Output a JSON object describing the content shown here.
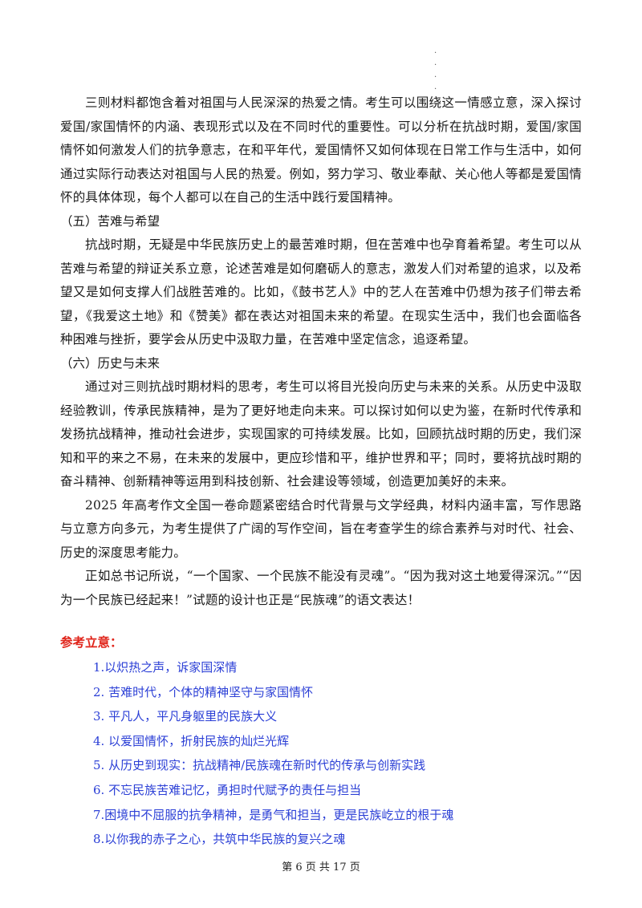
{
  "dots": [
    ".",
    ".",
    ".",
    "."
  ],
  "paragraphs": [
    {
      "type": "para",
      "text": "三则材料都饱含着对祖国与人民深深的热爱之情。考生可以围绕这一情感立意，深入探讨爱国/家国情怀的内涵、表现形式以及在不同时代的重要性。可以分析在抗战时期，爱国/家国情怀如何激发人们的抗争意志，在和平年代，爱国情怀又如何体现在日常工作与生活中，如何通过实际行动表达对祖国与人民的热爱。例如，努力学习、敬业奉献、关心他人等都是爱国情怀的具体体现，每个人都可以在自己的生活中践行爱国精神。"
    },
    {
      "type": "heading",
      "text": "（五）苦难与希望"
    },
    {
      "type": "para",
      "text": "抗战时期，无疑是中华民族历史上的最苦难时期，但在苦难中也孕育着希望。考生可以从苦难与希望的辩证关系立意，论述苦难是如何磨砺人的意志，激发人们对希望的追求，以及希望又是如何支撑人们战胜苦难的。比如，《鼓书艺人》中的艺人在苦难中仍想为孩子们带去希望，《我爱这土地》和《赞美》都在表达对祖国未来的希望。在现实生活中，我们也会面临各种困难与挫折，要学会从历史中汲取力量，在苦难中坚定信念，追逐希望。"
    },
    {
      "type": "heading",
      "text": "（六）历史与未来"
    },
    {
      "type": "para",
      "text": "通过对三则抗战时期材料的思考，考生可以将目光投向历史与未来的关系。从历史中汲取经验教训，传承民族精神，是为了更好地走向未来。可以探讨如何以史为鉴，在新时代传承和发扬抗战精神，推动社会进步，实现国家的可持续发展。比如，回顾抗战时期的历史，我们深知和平的来之不易，在未来的发展中，更应珍惜和平，维护世界和平；同时，要将抗战时期的奋斗精神、创新精神等运用到科技创新、社会建设等领域，创造更加美好的未来。"
    },
    {
      "type": "para",
      "text": "2025 年高考作文全国一卷命题紧密结合时代背景与文学经典，材料内涵丰富，写作思路与立意方向多元，为考生提供了广阔的写作空间，旨在考查学生的综合素养与对时代、社会、历史的深度思考能力。"
    },
    {
      "type": "para",
      "text": "正如总书记所说，“一个国家、一个民族不能没有灵魂”。“因为我对这土地爱得深沉。”“因为一个民族已经起来！”试题的设计也正是“民族魂”的语文表达！"
    }
  ],
  "reference": {
    "title": "参考立意：",
    "color": "#e0251b",
    "item_color": "#2b3fd6",
    "items": [
      "1.以炽热之声，诉家国深情",
      "2. 苦难时代，个体的精神坚守与家国情怀",
      "3. 平凡人，平凡身躯里的民族大义",
      "4. 以爱国情怀，折射民族的灿烂光辉",
      "5. 从历史到现实：抗战精神/民族魂在新时代的传承与创新实践",
      "6. 不忘民族苦难记忆，勇担时代赋予的责任与担当",
      "7.困境中不屈服的抗争精神，是勇气和担当，更是民族屹立的根于魂",
      "8.以你我的赤子之心，共筑中华民族的复兴之魂"
    ]
  },
  "footer": {
    "page_text": "第 6 页 共 17 页"
  }
}
